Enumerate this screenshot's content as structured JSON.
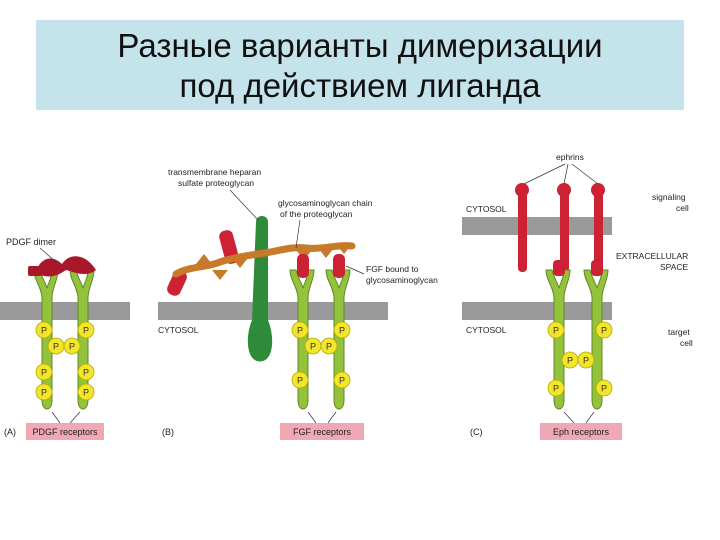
{
  "title": {
    "line1": "Разные варианты димеризации",
    "line2": "под действием лиганда"
  },
  "colors": {
    "title_bg": "#c5e3ea",
    "membrane": "#9a9a9a",
    "receptor": "#95c23d",
    "receptor_edge": "#5c8a1e",
    "ligand": "#cc2233",
    "proteoglycan_core": "#2e8b3a",
    "gag_chain": "#c77a2a",
    "phosphate": "#f2e52a",
    "caption_bg": "#f0a8b4"
  },
  "diagram": {
    "panel_a": {
      "letter": "(A)",
      "dimer_label": "PDGF dimer",
      "caption": "PDGF receptors"
    },
    "panel_b": {
      "letter": "(B)",
      "heparan_label_1": "transmembrane heparan",
      "heparan_label_2": "sulfate proteoglycan",
      "gag_label_1": "glycosaminoglycan chain",
      "gag_label_2": "of the proteoglycan",
      "fgf_label_1": "FGF bound to",
      "fgf_label_2": "glycosaminoglycan",
      "cytosol": "CYTOSOL",
      "caption": "FGF receptors"
    },
    "panel_c": {
      "letter": "(C)",
      "ephrins": "ephrins",
      "cytosol_top": "CYTOSOL",
      "signaling_1": "signaling",
      "signaling_2": "cell",
      "extracellular_1": "EXTRACELLULAR",
      "extracellular_2": "SPACE",
      "cytosol_bottom": "CYTOSOL",
      "target_1": "target",
      "target_2": "cell",
      "caption": "Eph receptors"
    },
    "phosphate": "P"
  }
}
